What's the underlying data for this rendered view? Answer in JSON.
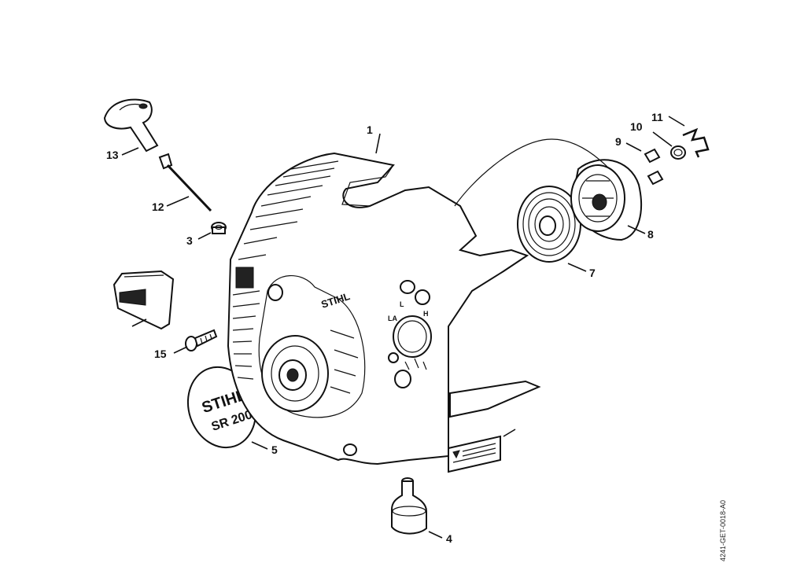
{
  "callouts": {
    "c1": "1",
    "c3": "3",
    "c4": "4",
    "c5": "5",
    "c7": "7",
    "c8": "8",
    "c9": "9",
    "c10": "10",
    "c11": "11",
    "c12": "12",
    "c13": "13",
    "c15": "15"
  },
  "housing_logo": "STIHL",
  "control_marks": {
    "l": "L",
    "h": "H",
    "la": "LA"
  },
  "badge": {
    "brand": "STIHL",
    "model": "SR 200"
  },
  "reference_code": "4241-GET-0018-A0"
}
